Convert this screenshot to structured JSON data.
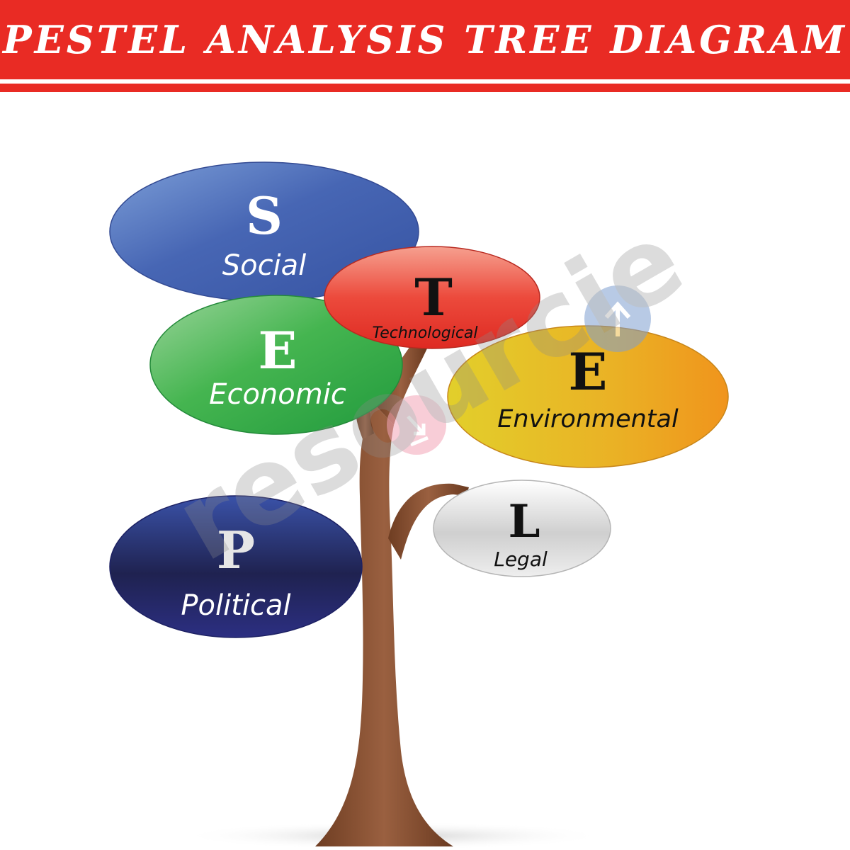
{
  "title": "PESTEL ANALYSIS TREE DIAGRAM",
  "watermark": "resourcie",
  "colors": {
    "banner": "#e92b24",
    "trunk": "#7f4a2c",
    "social": "#3f5fae",
    "technological": "#e4302a",
    "economic": "#31a848",
    "environmental": "#e8a21d",
    "political": "#2a2f78",
    "legal": "#d9d9d9"
  },
  "factors": {
    "social": {
      "letter": "S",
      "label": "Social"
    },
    "technological": {
      "letter": "T",
      "label": "Technological"
    },
    "economic": {
      "letter": "E",
      "label": "Economic"
    },
    "environmental": {
      "letter": "E",
      "label": "Environmental"
    },
    "political": {
      "letter": "P",
      "label": "Political"
    },
    "legal": {
      "letter": "L",
      "label": "Legal"
    }
  }
}
